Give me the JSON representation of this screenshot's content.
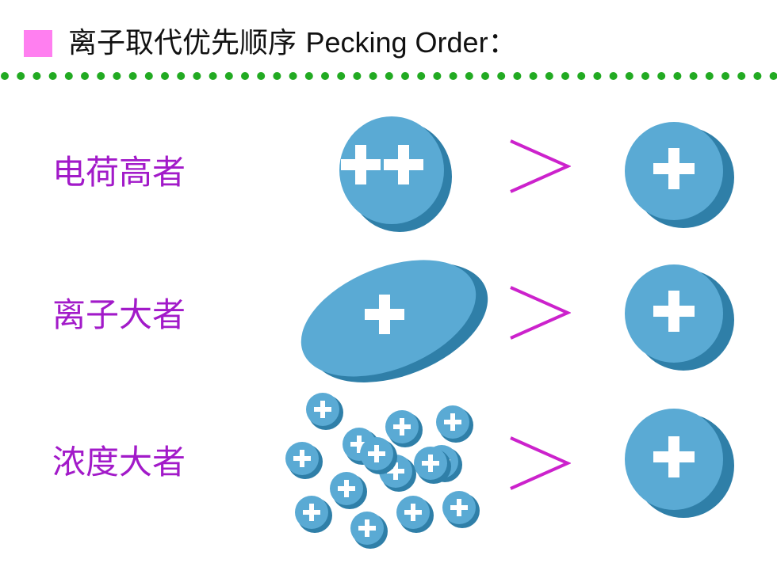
{
  "header": {
    "title_cn": "离子取代优先顺序",
    "title_en": "Pecking Order",
    "title_colon": "：",
    "bullet_color": "#ff7ff0"
  },
  "rows": [
    {
      "label": "电荷高者",
      "left_ion": "double-charge",
      "right_ion": "single-charge"
    },
    {
      "label": "离子大者",
      "left_ion": "large-single-charge",
      "right_ion": "single-charge"
    },
    {
      "label": "浓度大者",
      "left_ion": "many-small-ions",
      "right_ion": "single-charge"
    }
  ],
  "colors": {
    "label": "#a21ac9",
    "comparator": "#cc22cc",
    "ion_face": "#5aaad4",
    "ion_side": "#2f7fa8",
    "divider_dots": "#22aa22"
  },
  "icons": [
    "comparator-greater-than",
    "plus-sign",
    "ion-disk"
  ]
}
